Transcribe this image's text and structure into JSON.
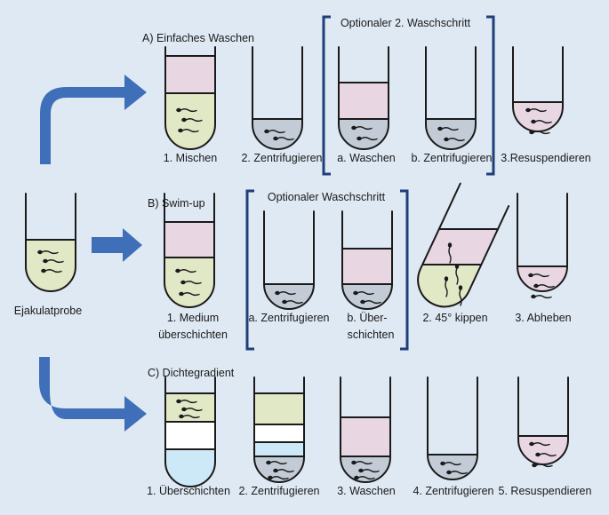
{
  "colors": {
    "background": "#dfe9f3",
    "sample": "#e1e8c6",
    "medium": "#e8d7e2",
    "pellet": "#c3ccd6",
    "gradient": "#cde8f6",
    "arrow": "#3f6fb8",
    "bracket": "#1f3f7a"
  },
  "source": {
    "label": "Ejakulatprobe"
  },
  "rows": [
    {
      "header": "A) Einfaches Waschen",
      "bracket_label": "Optionaler 2. Waschschritt",
      "steps": [
        {
          "lines": [
            "1. Mischen"
          ]
        },
        {
          "lines": [
            "2.  Zentrifugieren"
          ]
        },
        {
          "lines": [
            "a. Waschen"
          ]
        },
        {
          "lines": [
            "b. Zentrifugieren"
          ]
        },
        {
          "lines": [
            "3.Resuspendieren"
          ]
        }
      ]
    },
    {
      "header": "B) Swim-up",
      "bracket_label": "Optionaler Waschschritt",
      "steps": [
        {
          "lines": [
            "1. Medium",
            "überschichten"
          ]
        },
        {
          "lines": [
            "a. Zentrifugieren"
          ]
        },
        {
          "lines": [
            "b. Über-",
            "schichten"
          ]
        },
        {
          "lines": [
            "2. 45° kippen"
          ]
        },
        {
          "lines": [
            "3. Abheben"
          ]
        }
      ]
    },
    {
      "header": "C) Dichtegradient",
      "steps": [
        {
          "lines": [
            "1. Überschichten"
          ]
        },
        {
          "lines": [
            "2. Zentrifugieren"
          ]
        },
        {
          "lines": [
            "3. Waschen"
          ]
        },
        {
          "lines": [
            "4. Zentrifugieren"
          ]
        },
        {
          "lines": [
            "5. Resuspendieren"
          ]
        }
      ]
    }
  ]
}
